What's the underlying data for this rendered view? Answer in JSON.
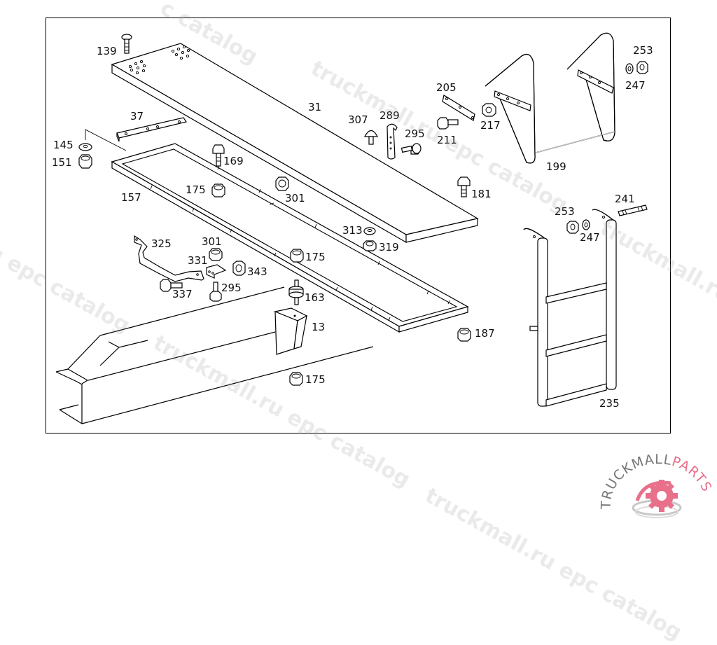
{
  "diagram": {
    "title": "Exploded parts diagram - platform, frame, ladder and brackets",
    "callouts": {
      "c139": "139",
      "c31": "31",
      "c37": "37",
      "c145": "145",
      "c151": "151",
      "c157": "157",
      "c169": "169",
      "c175a": "175",
      "c301a": "301",
      "c307": "307",
      "c289": "289",
      "c295a": "295",
      "c205": "205",
      "c211": "211",
      "c217": "217",
      "c181": "181",
      "c199": "199",
      "c253a": "253",
      "c247a": "247",
      "c241": "241",
      "c253b": "253",
      "c247b": "247",
      "c313": "313",
      "c319": "319",
      "c325": "325",
      "c301b": "301",
      "c331": "331",
      "c343": "343",
      "c337": "337",
      "c295b": "295",
      "c175b": "175",
      "c163": "163",
      "c13": "13",
      "c187": "187",
      "c175c": "175",
      "c235": "235"
    }
  },
  "watermarks": [
    "c catalog",
    "truckmall.ru epc catalog",
    "ru epc catalog",
    "truckmall.ru epc catalog",
    "truckmall.ru epc catalog",
    "truckmall.ru e",
    "truckmall.ru e"
  ],
  "logo": {
    "text_main": "TRUCKMALL",
    "text_accent": "PARTS",
    "accent_color": "#e8708a",
    "text_color": "#777777"
  }
}
